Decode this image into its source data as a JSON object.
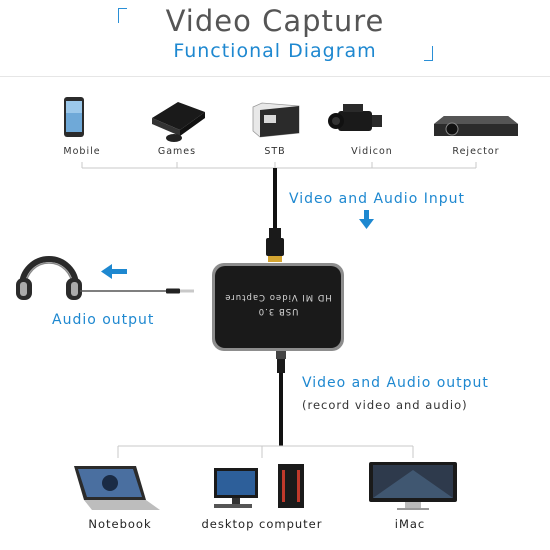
{
  "title": "Video Capture",
  "subtitle": "Functional Diagram",
  "devices": [
    {
      "label": "Mobile",
      "icon": "smartphone-icon"
    },
    {
      "label": "Games",
      "icon": "game-console-icon"
    },
    {
      "label": "STB",
      "icon": "set-top-box-icon"
    },
    {
      "label": "Vidicon",
      "icon": "video-camera-icon"
    },
    {
      "label": "Rejector",
      "icon": "projector-icon"
    }
  ],
  "input_label": "Video and Audio Input",
  "audio_output_label": "Audio output",
  "device_box": {
    "line1": "HD MI Video Capture",
    "line2": "USB 3.0"
  },
  "output_label": "Video and Audio output",
  "output_sublabel": "(record video and audio)",
  "computers": [
    {
      "label": "Notebook",
      "icon": "laptop-icon"
    },
    {
      "label": "desktop computer",
      "icon": "desktop-computer-icon"
    },
    {
      "label": "iMac",
      "icon": "imac-icon"
    }
  ],
  "colors": {
    "accent": "#1e88d0",
    "title_gray": "#555555",
    "device_body": "#1a1a1a",
    "hdmi_gold": "#d4a531"
  }
}
